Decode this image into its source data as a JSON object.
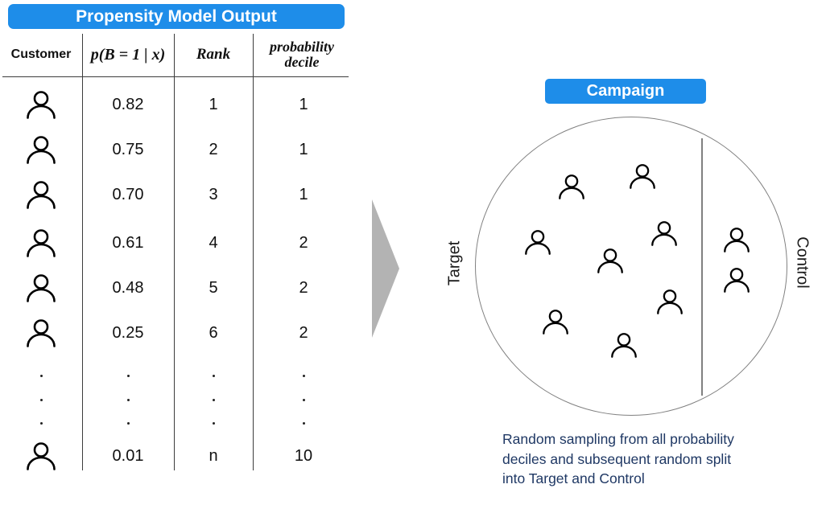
{
  "colors": {
    "accent_blue": "#1E8DE9",
    "caption_navy": "#1F3864",
    "arrow_gray": "#B3B3B3",
    "circle_gray": "#808080"
  },
  "propensity_table": {
    "title": "Propensity Model Output",
    "headers": {
      "customer": "Customer",
      "probability": "p(B = 1 | x)",
      "rank": "Rank",
      "decile_line1": "probability",
      "decile_line2": "decile"
    },
    "rows": [
      {
        "p": "0.82",
        "rank": "1",
        "decile": "1"
      },
      {
        "p": "0.75",
        "rank": "2",
        "decile": "1"
      },
      {
        "p": "0.70",
        "rank": "3",
        "decile": "1"
      },
      {
        "p": "0.61",
        "rank": "4",
        "decile": "2"
      },
      {
        "p": "0.48",
        "rank": "5",
        "decile": "2"
      },
      {
        "p": "0.25",
        "rank": "6",
        "decile": "2"
      }
    ],
    "last_row": {
      "p": "0.01",
      "rank": "n",
      "decile": "10"
    }
  },
  "campaign": {
    "title": "Campaign",
    "target_label": "Target",
    "control_label": "Control",
    "target_people_count": 8,
    "control_people_count": 2,
    "caption_lines": [
      "Random sampling from all probability",
      "deciles and subsequent random split",
      "into Target and Control"
    ]
  }
}
